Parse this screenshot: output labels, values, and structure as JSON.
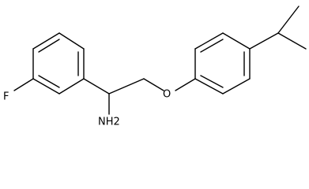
{
  "molecule": {
    "atoms": {
      "fluorine": "F",
      "oxygen": "O",
      "amine": "NH2"
    }
  }
}
